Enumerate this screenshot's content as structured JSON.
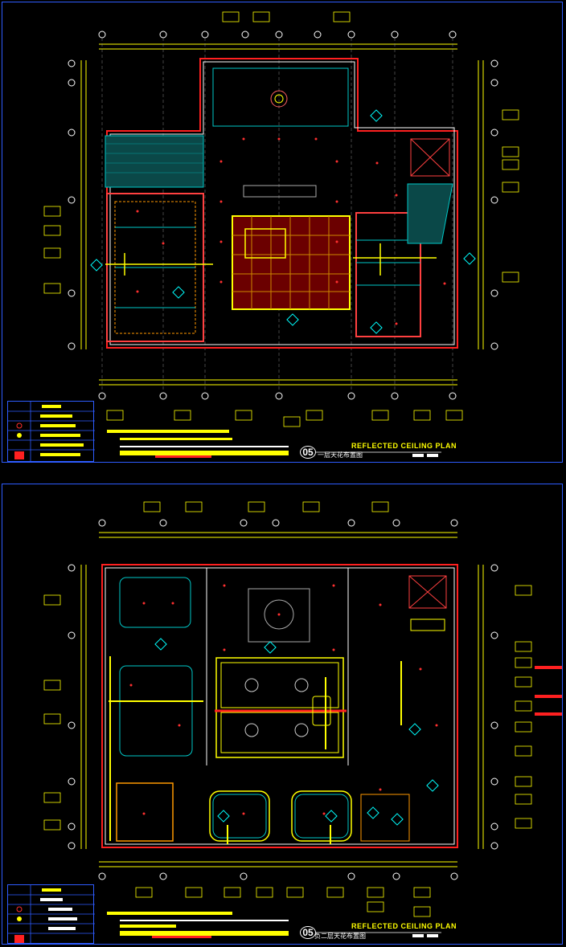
{
  "sheets": [
    {
      "id": "sheet-1",
      "number": "05",
      "title_en": "REFLECTED CEILING PLAN",
      "title_cn": "一层天花布置图",
      "colors": {
        "frame": "#2e5cff",
        "wall": "#ff2020",
        "dim": "#ffff00",
        "room": "#00c8c8",
        "carpet": "#8b0000",
        "tag": "#00ffff"
      }
    },
    {
      "id": "sheet-2",
      "number": "05",
      "title_en": "REFLECTED CEILING PLAN",
      "title_cn": "负二层天花布置图",
      "colors": {
        "frame": "#2e5cff",
        "wall": "#ff2020",
        "dim": "#ffff00",
        "room": "#00c8c8",
        "tag": "#00ffff"
      }
    }
  ]
}
